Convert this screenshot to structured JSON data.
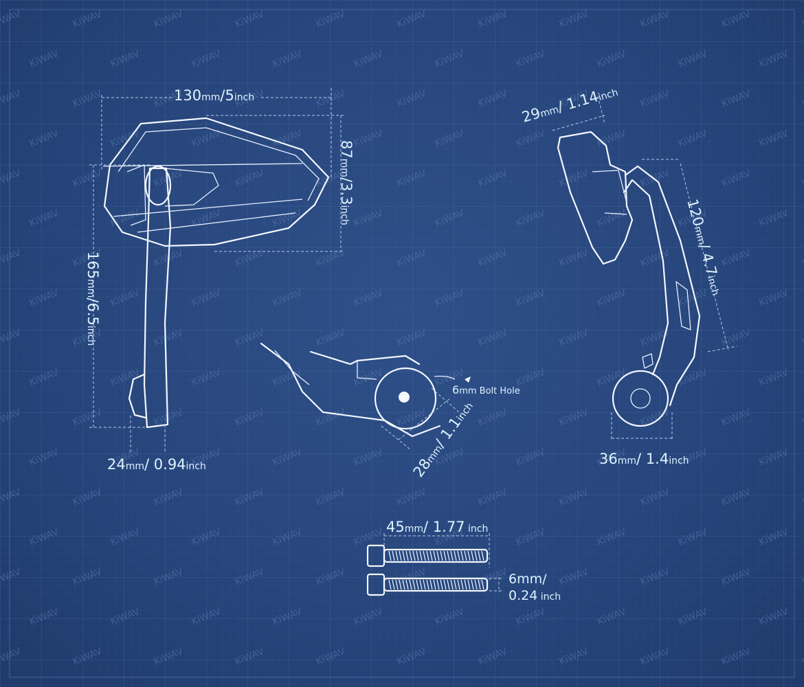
{
  "watermark": "KiWAV",
  "dimensions": {
    "width": {
      "value": "130",
      "unit": "mm",
      "sep": "/",
      "value2": "5",
      "unit2": "inch"
    },
    "height": {
      "value": "87",
      "unit": "mm",
      "sep": "/",
      "value2": "3.3",
      "unit2": "inch"
    },
    "length": {
      "value": "165",
      "unit": "mm",
      "sep": "/",
      "value2": "6.5",
      "unit2": "inch"
    },
    "base": {
      "value": "24",
      "unit": "mm",
      "sep": "/ ",
      "value2": "0.94",
      "unit2": "inch"
    },
    "clamp": {
      "value": "28",
      "unit": "mm",
      "sep": "/ ",
      "value2": "1.1",
      "unit2": "inch"
    },
    "bolt_hole": {
      "value": "6",
      "unit": "mm",
      "label": " Bolt Hole"
    },
    "depth": {
      "value": "29",
      "unit": "mm",
      "sep": "/ ",
      "value2": "1.14",
      "unit2": "inch"
    },
    "arm": {
      "value": "120",
      "unit": "mm",
      "sep": "/ ",
      "value2": "4.7",
      "unit2": "inch"
    },
    "mount": {
      "value": "36",
      "unit": "mm",
      "sep": "/ ",
      "value2": "1.4",
      "unit2": "inch"
    },
    "bolt_length": {
      "value": "45",
      "unit": "mm",
      "sep": "/ ",
      "value2": "1.77",
      "unit2": " inch"
    },
    "bolt_dia": {
      "line1": "6mm/",
      "line2_value": "0.24",
      "line2_unit": " inch"
    }
  },
  "colors": {
    "background": "#27467c",
    "line": "#f4f8ff",
    "label": "#dff3ff",
    "grid": "#4a6aa3"
  }
}
